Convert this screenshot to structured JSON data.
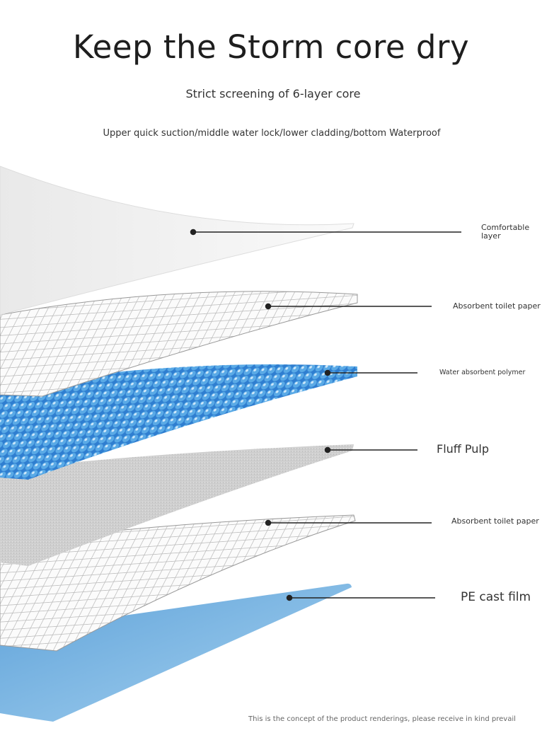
{
  "header": {
    "title": "Keep the Storm core dry",
    "subtitle": "Strict screening of 6-layer core",
    "layers_summary": "Upper quick suction/middle water lock/lower cladding/bottom Waterproof"
  },
  "layers": [
    {
      "label": "Comfortable layer",
      "color": "#f2f2f2"
    },
    {
      "label": "Absorbent toilet paper",
      "color": "#fafafa"
    },
    {
      "label": "Water absorbent polymer",
      "color": "#4a9be0"
    },
    {
      "label": "Fluff Pulp",
      "color": "#d6d6d6"
    },
    {
      "label": "Absorbent toilet paper",
      "color": "#fafafa"
    },
    {
      "label": "PE cast film",
      "color": "#7db7e3"
    }
  ],
  "footer": {
    "disclaimer": "This is the concept of the product renderings, please receive in kind prevail"
  }
}
